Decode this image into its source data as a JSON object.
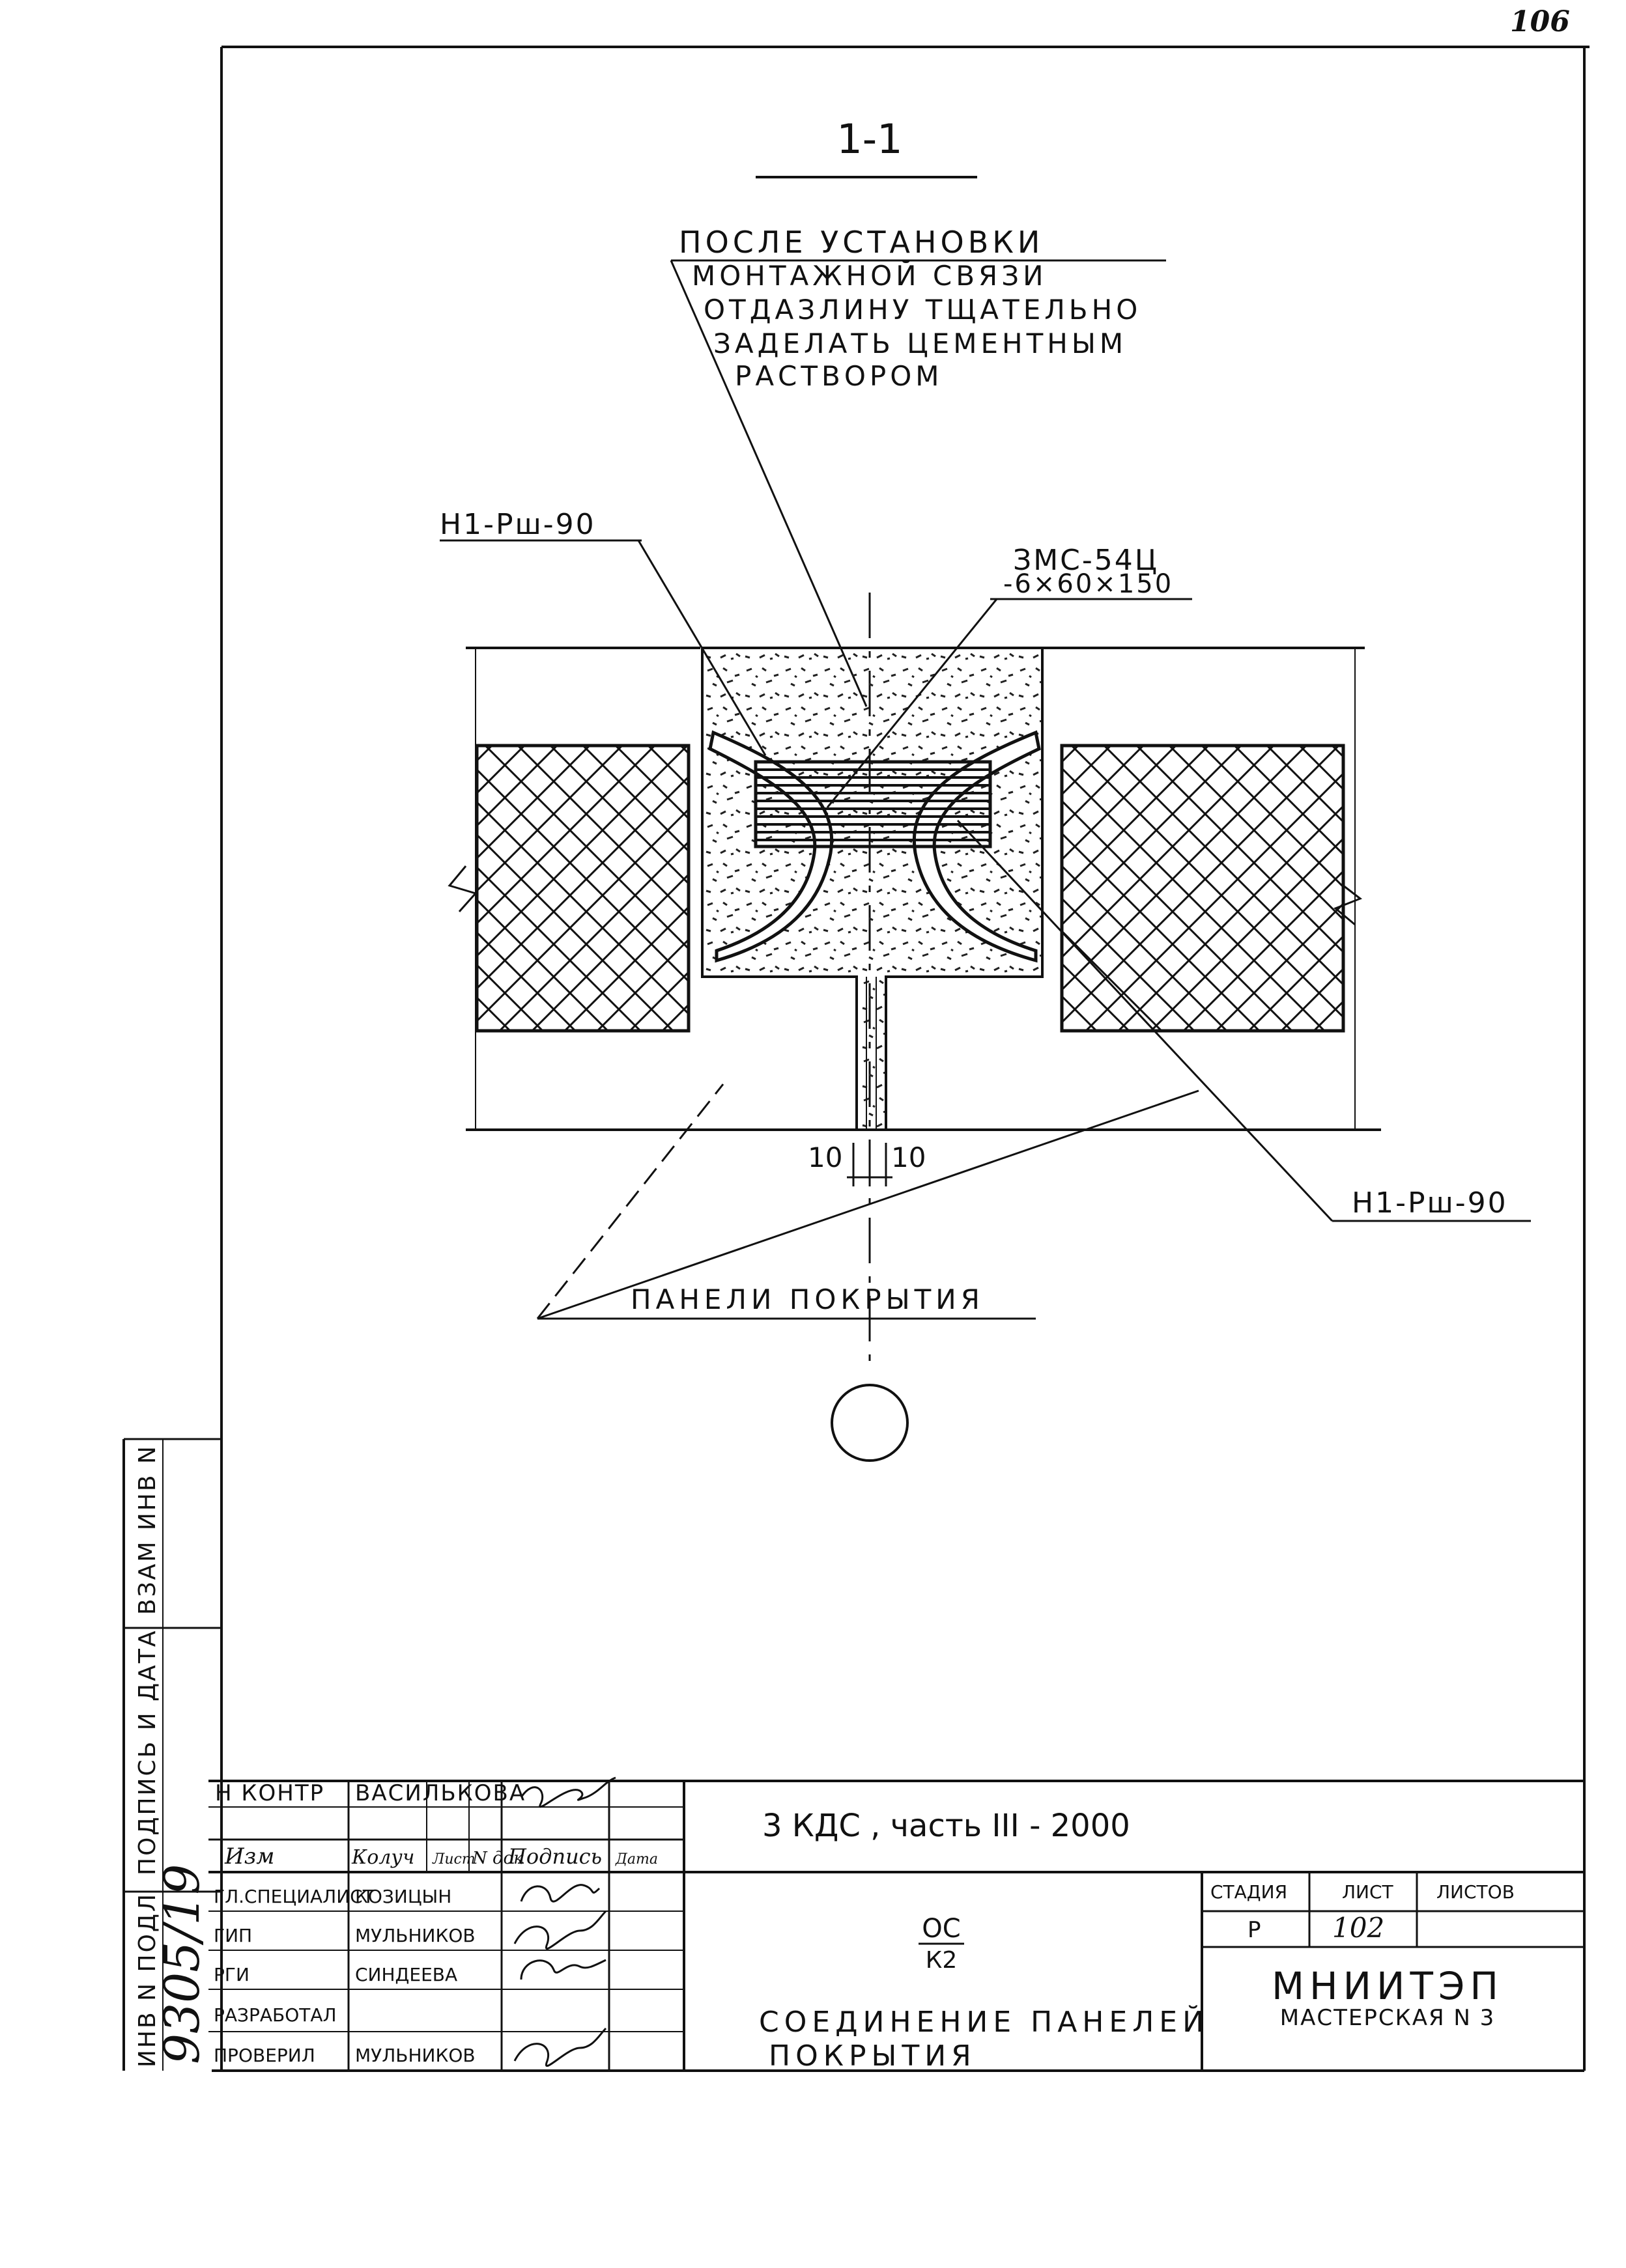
{
  "page_number": "106",
  "section_label": "1-1",
  "note": {
    "lines": [
      "ПОСЛЕ УСТАНОВКИ",
      "МОНТАЖНОЙ СВЯЗИ",
      "ОТДАЗЛИНУ ТЩАТЕЛЬНО",
      "ЗАДЕЛАТЬ ЦЕМЕНТНЫМ",
      "РАСТВОРОМ"
    ]
  },
  "labels": {
    "anchor_left": "Н1-Рш-90",
    "plate_name": "ЗМС-54Ц",
    "plate_size": "-6×60×150",
    "anchor_right": "Н1-Рш-90",
    "gap_left": "10",
    "gap_right": "10",
    "panels": "ПАНЕЛИ ПОКРЫТИЯ"
  },
  "side_stamp": {
    "inv_vzam": "ВЗАМ ИНВ N",
    "signature_date": "ПОДПИСЬ И ДАТА",
    "inv_podl": "ИНВ N ПОДЛ",
    "inv_number": "9305/19"
  },
  "title_block": {
    "n_kontr_role": "Н КОНТР",
    "n_kontr_name": "ВАСИЛЬКОВА",
    "headers": [
      "Изм",
      "Колуч",
      "Лист",
      "N док",
      "Подпись",
      "Дата"
    ],
    "document_code": "3 КДС , часть III - 2000",
    "rows": [
      {
        "role": "ГЛ.СПЕЦИАЛИСТ",
        "name": "КОЗИЦЫН"
      },
      {
        "role": "ГИП",
        "name": "МУЛЬНИКОВ"
      },
      {
        "role": "РГИ",
        "name": "СИНДЕЕВА"
      },
      {
        "role": "РАЗРАБОТАЛ",
        "name": ""
      },
      {
        "role": "ПРОВЕРИЛ",
        "name": "МУЛЬНИКОВ"
      }
    ],
    "drawing_mark_top": "ОС",
    "drawing_mark_bottom": "К2",
    "sheet_title_line1": "СОЕДИНЕНИЕ ПАНЕЛЕЙ",
    "sheet_title_line2": "ПОКРЫТИЯ",
    "stage_label": "СТАДИЯ",
    "sheet_label": "ЛИСТ",
    "sheets_label": "ЛИСТОВ",
    "stage": "Р",
    "sheet": "102",
    "sheets": "",
    "org_name": "МНИИТЭП",
    "org_sub": "МАСТЕРСКАЯ N 3"
  }
}
